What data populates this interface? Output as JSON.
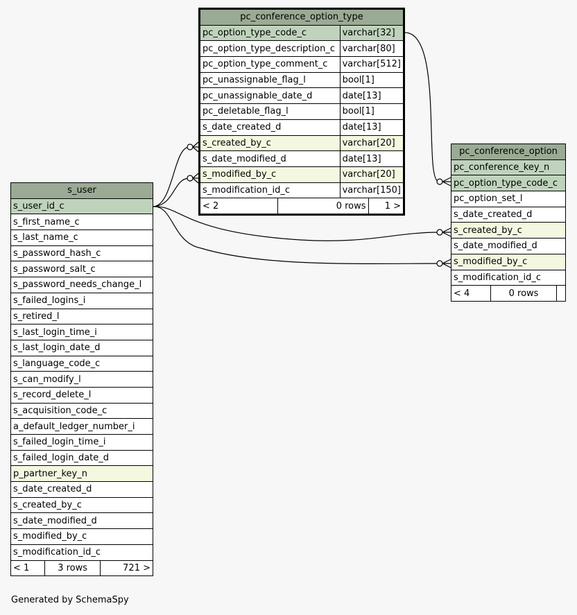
{
  "tables": {
    "s_user": {
      "name": "s_user",
      "columns": [
        {
          "name": "s_user_id_c",
          "kind": "pk"
        },
        {
          "name": "s_first_name_c",
          "kind": "normal"
        },
        {
          "name": "s_last_name_c",
          "kind": "normal"
        },
        {
          "name": "s_password_hash_c",
          "kind": "normal"
        },
        {
          "name": "s_password_salt_c",
          "kind": "normal"
        },
        {
          "name": "s_password_needs_change_l",
          "kind": "normal"
        },
        {
          "name": "s_failed_logins_i",
          "kind": "normal"
        },
        {
          "name": "s_retired_l",
          "kind": "normal"
        },
        {
          "name": "s_last_login_time_i",
          "kind": "normal"
        },
        {
          "name": "s_last_login_date_d",
          "kind": "normal"
        },
        {
          "name": "s_language_code_c",
          "kind": "normal"
        },
        {
          "name": "s_can_modify_l",
          "kind": "normal"
        },
        {
          "name": "s_record_delete_l",
          "kind": "normal"
        },
        {
          "name": "s_acquisition_code_c",
          "kind": "normal"
        },
        {
          "name": "a_default_ledger_number_i",
          "kind": "normal"
        },
        {
          "name": "s_failed_login_time_i",
          "kind": "normal"
        },
        {
          "name": "s_failed_login_date_d",
          "kind": "normal"
        },
        {
          "name": "p_partner_key_n",
          "kind": "fk"
        },
        {
          "name": "s_date_created_d",
          "kind": "normal"
        },
        {
          "name": "s_created_by_c",
          "kind": "normal"
        },
        {
          "name": "s_date_modified_d",
          "kind": "normal"
        },
        {
          "name": "s_modified_by_c",
          "kind": "normal"
        },
        {
          "name": "s_modification_id_c",
          "kind": "normal"
        }
      ],
      "footer": {
        "parents": "< 1",
        "rows": "3 rows",
        "children": "721 >"
      }
    },
    "pc_conference_option_type": {
      "name": "pc_conference_option_type",
      "columns": [
        {
          "name": "pc_option_type_code_c",
          "type": "varchar[32]",
          "kind": "pk"
        },
        {
          "name": "pc_option_type_description_c",
          "type": "varchar[80]",
          "kind": "normal"
        },
        {
          "name": "pc_option_type_comment_c",
          "type": "varchar[512]",
          "kind": "normal"
        },
        {
          "name": "pc_unassignable_flag_l",
          "type": "bool[1]",
          "kind": "normal"
        },
        {
          "name": "pc_unassignable_date_d",
          "type": "date[13]",
          "kind": "normal"
        },
        {
          "name": "pc_deletable_flag_l",
          "type": "bool[1]",
          "kind": "normal"
        },
        {
          "name": "s_date_created_d",
          "type": "date[13]",
          "kind": "normal"
        },
        {
          "name": "s_created_by_c",
          "type": "varchar[20]",
          "kind": "fk"
        },
        {
          "name": "s_date_modified_d",
          "type": "date[13]",
          "kind": "normal"
        },
        {
          "name": "s_modified_by_c",
          "type": "varchar[20]",
          "kind": "fk"
        },
        {
          "name": "s_modification_id_c",
          "type": "varchar[150]",
          "kind": "normal"
        }
      ],
      "footer": {
        "parents": "< 2",
        "rows": "0 rows",
        "children": "1 >"
      }
    },
    "pc_conference_option": {
      "name": "pc_conference_option",
      "columns": [
        {
          "name": "pc_conference_key_n",
          "kind": "pk"
        },
        {
          "name": "pc_option_type_code_c",
          "kind": "pk"
        },
        {
          "name": "pc_option_set_l",
          "kind": "normal"
        },
        {
          "name": "s_date_created_d",
          "kind": "normal"
        },
        {
          "name": "s_created_by_c",
          "kind": "fk"
        },
        {
          "name": "s_date_modified_d",
          "kind": "normal"
        },
        {
          "name": "s_modified_by_c",
          "kind": "fk"
        },
        {
          "name": "s_modification_id_c",
          "kind": "normal"
        }
      ],
      "footer": {
        "parents": "< 4",
        "rows": "0 rows",
        "children": ""
      }
    }
  },
  "footer_text": "Generated by SchemaSpy",
  "colors": {
    "header": "#9aaa94",
    "primary_key": "#bfd3bc",
    "foreign_key": "#f5f8e1",
    "background": "#f7f7f7"
  }
}
